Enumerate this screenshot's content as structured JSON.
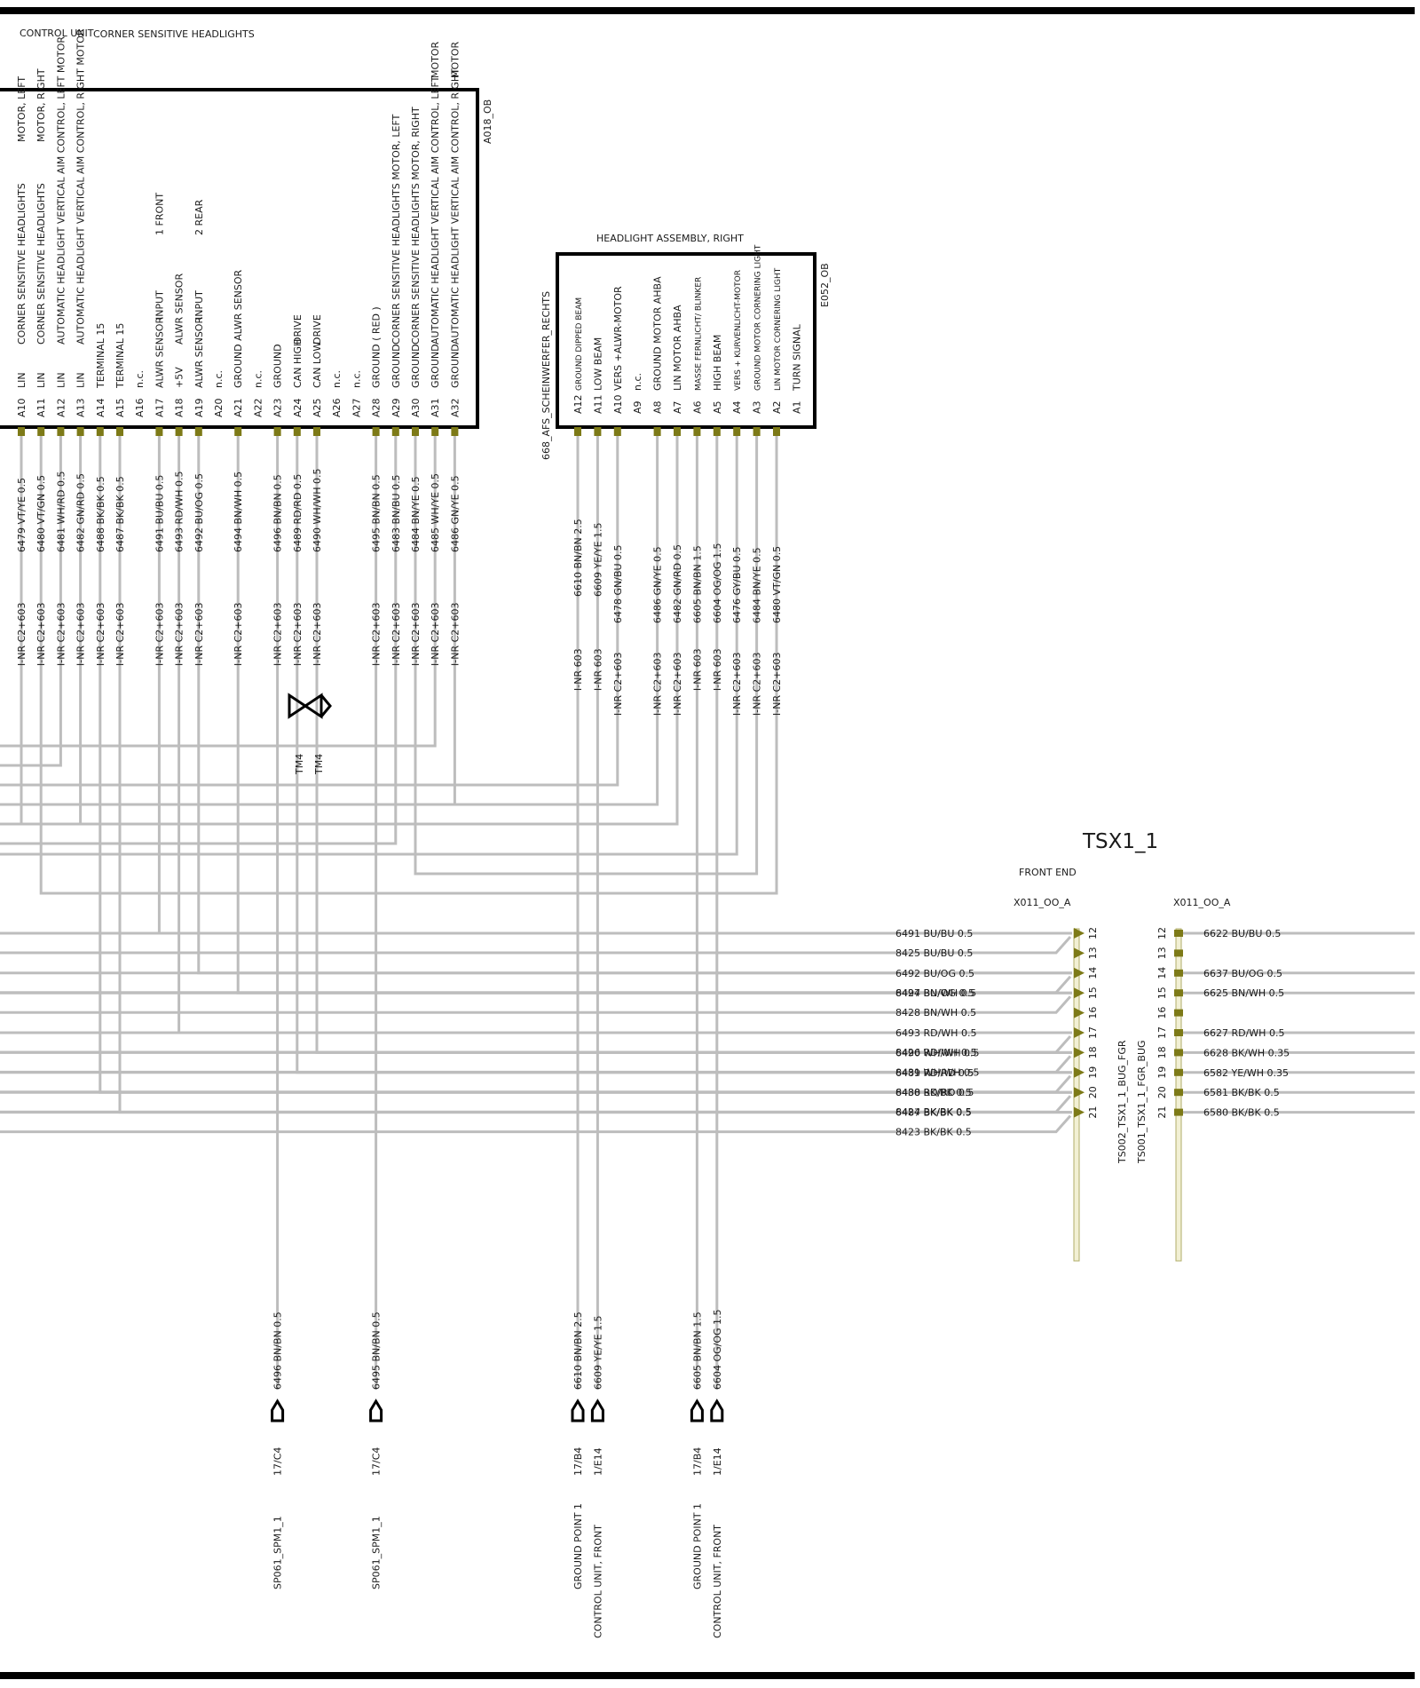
{
  "control_unit": {
    "title_left": "CONTROL UNIT",
    "title_right": "CORNER SENSITIVE HEADLIGHTS",
    "id": "A018_OB",
    "pins": [
      {
        "pin": "A10",
        "type": "LIN",
        "func": "CORNER SENSITIVE HEADLIGHTS",
        "extra": "MOTOR, LEFT",
        "wire": "6479 VT/YE 0.5",
        "harness": "I-NR C2+603"
      },
      {
        "pin": "A11",
        "type": "LIN",
        "func": "CORNER SENSITIVE HEADLIGHTS",
        "extra": "MOTOR, RIGHT",
        "wire": "6480 VT/GN 0.5",
        "harness": "I-NR C2+603"
      },
      {
        "pin": "A12",
        "type": "LIN",
        "func": "AUTOMATIC HEADLIGHT VERTICAL AIM CONTROL, LEFT MOTOR",
        "extra": "",
        "wire": "6481 WH/RD 0.5",
        "harness": "I-NR C2+603"
      },
      {
        "pin": "A13",
        "type": "LIN",
        "func": "AUTOMATIC HEADLIGHT VERTICAL AIM CONTROL, RIGHT MOTOR",
        "extra": "",
        "wire": "6482 GN/RD 0.5",
        "harness": "I-NR C2+603"
      },
      {
        "pin": "A14",
        "type": "TERMINAL 15",
        "func": "",
        "extra": "",
        "wire": "6488 BK/BK 0.5",
        "harness": "I-NR C2+603"
      },
      {
        "pin": "A15",
        "type": "TERMINAL 15",
        "func": "",
        "extra": "",
        "wire": "6487 BK/BK 0.5",
        "harness": "I-NR C2+603"
      },
      {
        "pin": "A16",
        "type": "n.c.",
        "func": "",
        "extra": "",
        "wire": "",
        "harness": ""
      },
      {
        "pin": "A17",
        "type": "ALWR SENSOR",
        "func": "INPUT",
        "extra": "1 FRONT",
        "wire": "6491 BU/BU 0.5",
        "harness": "I-NR C2+603"
      },
      {
        "pin": "A18",
        "type": "+5V",
        "func": "ALWR SENSOR",
        "extra": "",
        "wire": "6493 RD/WH 0.5",
        "harness": "I-NR C2+603"
      },
      {
        "pin": "A19",
        "type": "ALWR SENSOR",
        "func": "INPUT",
        "extra": "2 REAR",
        "wire": "6492 BU/OG 0.5",
        "harness": "I-NR C2+603"
      },
      {
        "pin": "A20",
        "type": "n.c.",
        "func": "",
        "extra": "",
        "wire": "",
        "harness": ""
      },
      {
        "pin": "A21",
        "type": "GROUND ALWR SENSOR",
        "func": "",
        "extra": "",
        "wire": "6494 BN/WH 0.5",
        "harness": "I-NR C2+603"
      },
      {
        "pin": "A22",
        "type": "n.c.",
        "func": "",
        "extra": "",
        "wire": "",
        "harness": ""
      },
      {
        "pin": "A23",
        "type": "GROUND",
        "func": "",
        "extra": "",
        "wire": "6496 BN/BN 0.5",
        "harness": "I-NR C2+603"
      },
      {
        "pin": "A24",
        "type": "CAN HIGH",
        "func": "DRIVE",
        "extra": "",
        "wire": "6489 RD/RD 0.5",
        "harness": "I-NR C2+603"
      },
      {
        "pin": "A25",
        "type": "CAN LOW",
        "func": "DRIVE",
        "extra": "",
        "wire": "6490 WH/WH 0.5",
        "harness": "I-NR C2+603"
      },
      {
        "pin": "A26",
        "type": "n.c.",
        "func": "",
        "extra": "",
        "wire": "",
        "harness": ""
      },
      {
        "pin": "A27",
        "type": "n.c.",
        "func": "",
        "extra": "",
        "wire": "",
        "harness": ""
      },
      {
        "pin": "A28",
        "type": "GROUND  ( RED )",
        "func": "",
        "extra": "",
        "wire": "6495 BN/BN 0.5",
        "harness": "I-NR C2+603"
      },
      {
        "pin": "A29",
        "type": "GROUND",
        "func": "CORNER SENSITIVE HEADLIGHTS MOTOR, LEFT",
        "extra": "",
        "wire": "6483 BN/BU 0.5",
        "harness": "I-NR C2+603"
      },
      {
        "pin": "A30",
        "type": "GROUND",
        "func": "CORNER SENSITIVE HEADLIGHTS MOTOR, RIGHT",
        "extra": "",
        "wire": "6484 BN/YE 0.5",
        "harness": "I-NR C2+603"
      },
      {
        "pin": "A31",
        "type": "GROUND",
        "func": "AUTOMATIC HEADLIGHT VERTICAL AIM CONTROL, LEFT",
        "extra": "MOTOR",
        "wire": "6485 WH/YE 0.5",
        "harness": "I-NR C2+603"
      },
      {
        "pin": "A32",
        "type": "GROUND",
        "func": "AUTOMATIC HEADLIGHT VERTICAL AIM CONTROL, RIGHT",
        "extra": "MOTOR",
        "wire": "6486 GN/YE 0.5",
        "harness": "I-NR C2+603"
      }
    ]
  },
  "headlight": {
    "title": "HEADLIGHT ASSEMBLY, RIGHT",
    "id": "E052_OB",
    "side_label": "668_AFS_SCHEINWERFER_RECHTS",
    "pins": [
      {
        "pin": "A12",
        "label": "GROUND DIPPED BEAM",
        "small": true,
        "wire": "6610 BN/BN 2.5",
        "harness": "I-NR 603"
      },
      {
        "pin": "A11",
        "label": "LOW BEAM",
        "small": false,
        "wire": "6609 YE/YE 1.5",
        "harness": "I-NR 603"
      },
      {
        "pin": "A10",
        "label": "VERS +ALWR-MOTOR",
        "small": false,
        "wire": "6478 GN/BU 0.5",
        "harness": "I-NR C2+603"
      },
      {
        "pin": "A9",
        "label": "n.c.",
        "small": false,
        "wire": "",
        "harness": ""
      },
      {
        "pin": "A8",
        "label": "GROUND MOTOR AHBA",
        "small": false,
        "wire": "6486 GN/YE 0.5",
        "harness": "I-NR C2+603"
      },
      {
        "pin": "A7",
        "label": "LIN MOTOR AHBA",
        "small": false,
        "wire": "6482 GN/RD 0.5",
        "harness": "I-NR C2+603"
      },
      {
        "pin": "A6",
        "label": "MASSE FERNLICHT/ BLINKER",
        "small": true,
        "wire": "6605 BN/BN 1.5",
        "harness": "I-NR 603"
      },
      {
        "pin": "A5",
        "label": "HIGH BEAM",
        "small": false,
        "wire": "6604 OG/OG 1.5",
        "harness": "I-NR 603"
      },
      {
        "pin": "A4",
        "label": "VERS + KURVENLICHT-MOTOR",
        "small": true,
        "wire": "6476 GY/BU 0.5",
        "harness": "I-NR C2+603"
      },
      {
        "pin": "A3",
        "label": "GROUND MOTOR CORNERING LIGHT",
        "small": true,
        "wire": "6484 BN/YE 0.5",
        "harness": "I-NR C2+603"
      },
      {
        "pin": "A2",
        "label": "LIN MOTOR CORNERING LIGHT",
        "small": true,
        "wire": "6480 VT/GN 0.5",
        "harness": "I-NR C2+603"
      },
      {
        "pin": "A1",
        "label": "TURN SIGNAL",
        "small": false,
        "wire": "",
        "harness": ""
      }
    ]
  },
  "twist_marker": "TM4",
  "connector": {
    "title": "TSX1_1",
    "subtitle": "FRONT END",
    "left_name": "X011_OO_A",
    "right_name": "X011_OO_A",
    "side_label_1": "TS002_TSX1_1_BUG_FGR",
    "side_label_2": "TS001_TSX1_1_FGR_BUG",
    "rows": [
      {
        "pin": "12",
        "left": "6491 BU/BU 0.5",
        "left2": "8425 BU/BU 0.5",
        "right": "6622 BU/BU 0.5"
      },
      {
        "pin": "13",
        "left": "",
        "left2": "",
        "right": ""
      },
      {
        "pin": "14",
        "left": "6492 BU/OG 0.5",
        "left2": "8427 BU/OG 0.5",
        "right": "6637 BU/OG 0.5"
      },
      {
        "pin": "15",
        "left": "6494 BN/WH 0.5",
        "left2": "8428 BN/WH 0.5",
        "right": "6625 BN/WH 0.5"
      },
      {
        "pin": "16",
        "left": "",
        "left2": "",
        "right": ""
      },
      {
        "pin": "17",
        "left": "6493 RD/WH 0.5",
        "left2": "8426 RD/WH 0.5",
        "right": "6627 RD/WH 0.5"
      },
      {
        "pin": "18",
        "left": "6490 WH/WH 0.5",
        "left2": "8431 WH/WH 0.5",
        "right": "6628 BK/WH 0.35"
      },
      {
        "pin": "19",
        "left": "6489 RD/RD 0.5",
        "left2": "8430 RD/RD 0.5",
        "right": "6582 YE/WH 0.35"
      },
      {
        "pin": "20",
        "left": "6488 BK/BK 0.5",
        "left2": "8424 BK/BK 0.5",
        "right": "6581 BK/BK 0.5"
      },
      {
        "pin": "21",
        "left": "6487 BK/BK 0.5",
        "left2": "8423 BK/BK 0.5",
        "right": "6580 BK/BK 0.5"
      }
    ]
  },
  "grounds": [
    {
      "wire": "6496 BN/BN 0.5",
      "ref": "17/C4",
      "dest": "SP061_SPM1_1",
      "dest2": ""
    },
    {
      "wire": "6495 BN/BN 0.5",
      "ref": "17/C4",
      "dest": "SP061_SPM1_1",
      "dest2": ""
    },
    {
      "wire": "6610 BN/BN 2.5",
      "ref": "17/B4",
      "dest": "GROUND POINT 1",
      "dest2": ""
    },
    {
      "wire": "6609 YE/YE 1.5",
      "ref": "1/E14",
      "dest": "CONTROL UNIT, FRONT",
      "dest2": ""
    },
    {
      "wire": "6605 BN/BN 1.5",
      "ref": "17/B4",
      "dest": "GROUND POINT 1",
      "dest2": ""
    },
    {
      "wire": "6604 OG/OG 1.5",
      "ref": "1/E14",
      "dest": "CONTROL UNIT, FRONT",
      "dest2": ""
    }
  ],
  "colors": {
    "pin": "#7d7a17",
    "wire": "#bdbdbd",
    "frame": "#000000"
  }
}
